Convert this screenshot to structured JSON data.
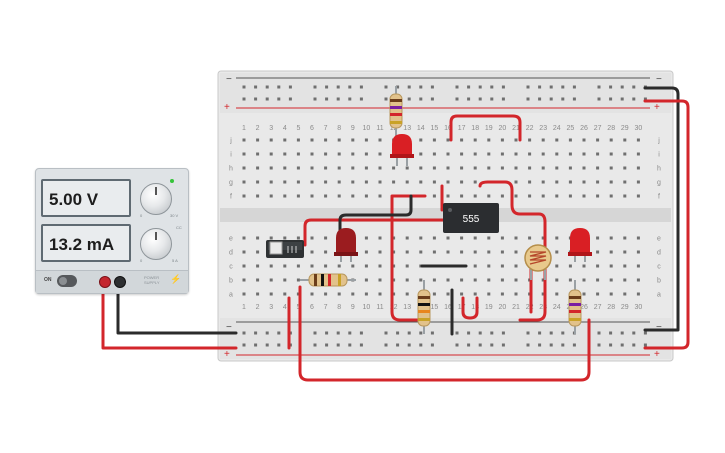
{
  "power_supply": {
    "voltage_display": "5.00 V",
    "current_display": "13.2 mA",
    "power_switch_label": "ON",
    "brand_text": "POWER SUPPLY",
    "voltage_knob_ticks": [
      "0",
      "30 V"
    ],
    "current_knob_ticks": [
      "0",
      "5 A"
    ],
    "indicator_label": "CC",
    "status_led_color": "#35c43a"
  },
  "breadboard": {
    "column_numbers": [
      "1",
      "2",
      "3",
      "4",
      "5",
      "6",
      "7",
      "8",
      "9",
      "10",
      "11",
      "12",
      "13",
      "14",
      "15",
      "16",
      "17",
      "18",
      "19",
      "20",
      "21",
      "22",
      "23",
      "24",
      "25",
      "26",
      "27",
      "28",
      "29",
      "30"
    ],
    "top_row_letters": [
      "j",
      "i",
      "h",
      "g",
      "f"
    ],
    "bottom_row_letters": [
      "e",
      "d",
      "c",
      "b",
      "a"
    ],
    "rail_minus": "−",
    "rail_plus": "+"
  },
  "components": {
    "ic_label": "555"
  },
  "colors": {
    "board": "#e9e9e9",
    "wire_red": "#d3262b",
    "wire_black": "#2b2b2b",
    "led_red": "#d91f24"
  }
}
